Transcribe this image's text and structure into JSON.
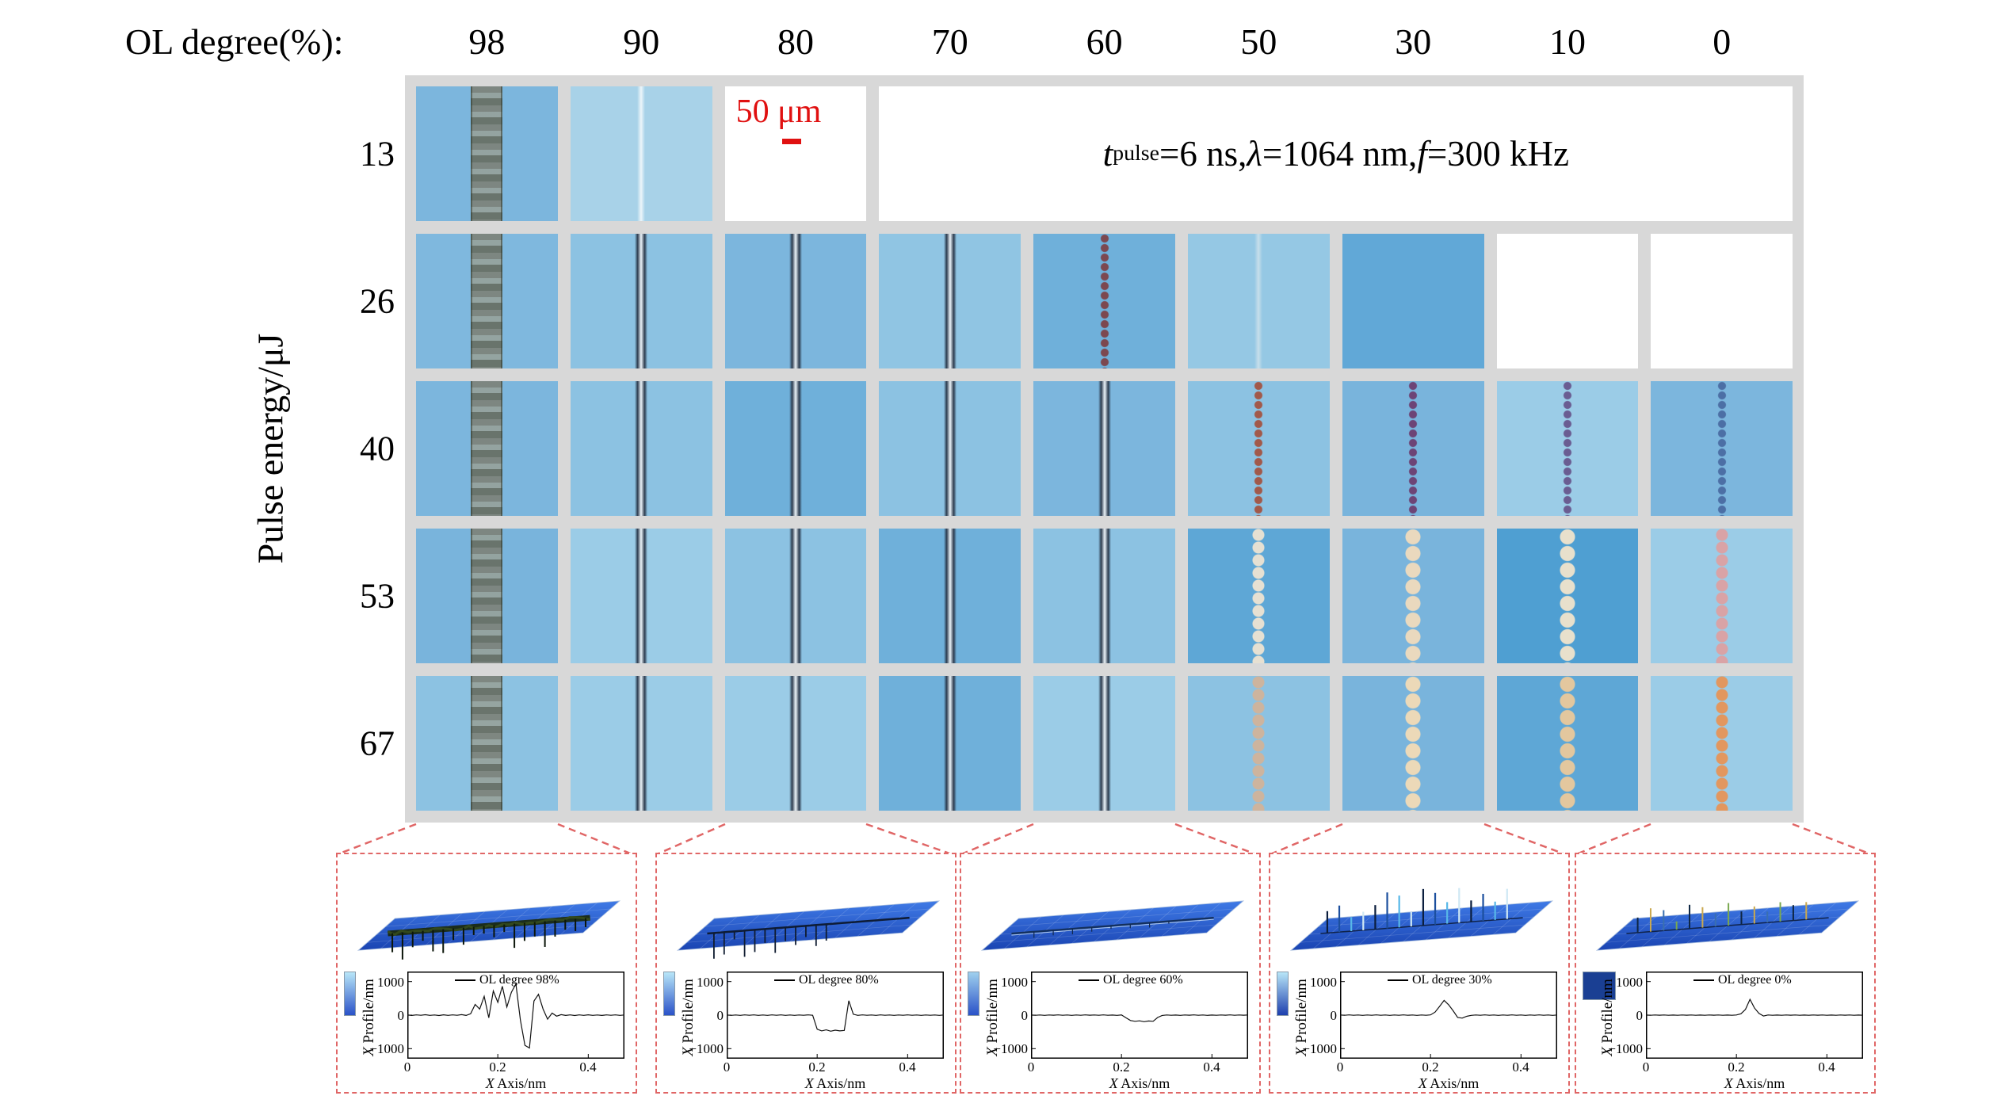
{
  "figure": {
    "header_label": "OL degree(%):",
    "columns": [
      "98",
      "90",
      "80",
      "70",
      "60",
      "50",
      "30",
      "10",
      "0"
    ],
    "rows": [
      "13",
      "26",
      "40",
      "53",
      "67"
    ],
    "row_axis_label": "Pulse energy/μJ",
    "scale_bar_label": "50 μm",
    "params": {
      "t": "t",
      "t_sub": "pulse",
      "seg1": "=6 ns, ",
      "lambda": "λ",
      "seg2": "=1064 nm, ",
      "f": "f",
      "seg3": "=300 kHz"
    },
    "colors": {
      "scale_bar_red": "#e01010",
      "connector_red": "#e06666",
      "grid_panel_bg": "#d8d8d8"
    }
  },
  "grid": {
    "cells": [
      [
        {
          "k": "img",
          "bg": "#7cb6dd",
          "line": "wide",
          "lc": "#8f968f"
        },
        {
          "k": "img",
          "bg": "#a8d2e8",
          "line": "faint",
          "lc": "rgba(255,255,255,0.8)"
        },
        {
          "k": "scalebar",
          "bg": "#ffffff"
        },
        {
          "k": "params",
          "bg": "#ffffff",
          "span": 6
        }
      ],
      [
        {
          "k": "img",
          "bg": "#7fb8de",
          "line": "wide",
          "lc": "#999f9a"
        },
        {
          "k": "img",
          "bg": "#8cc2e2",
          "line": "groove"
        },
        {
          "k": "img",
          "bg": "#7cb6dd",
          "line": "groove"
        },
        {
          "k": "img",
          "bg": "#90c5e3",
          "line": "groove"
        },
        {
          "k": "img",
          "bg": "#6fb0da",
          "line": "dots-small",
          "lc": "#7c4850"
        },
        {
          "k": "img",
          "bg": "#95c8e4",
          "line": "faint",
          "lc": "rgba(205,225,235,0.9)"
        },
        {
          "k": "img",
          "bg": "#61a8d7",
          "line": "none"
        },
        {
          "k": "empty",
          "bg": "#ffffff"
        },
        {
          "k": "empty",
          "bg": "#ffffff"
        }
      ],
      [
        {
          "k": "img",
          "bg": "#7cb6dd",
          "line": "wide",
          "lc": "#959b94"
        },
        {
          "k": "img",
          "bg": "#8cc2e2",
          "line": "groove"
        },
        {
          "k": "img",
          "bg": "#6fb0da",
          "line": "groove"
        },
        {
          "k": "img",
          "bg": "#8cc2e2",
          "line": "groove"
        },
        {
          "k": "img",
          "bg": "#7cb6dd",
          "line": "groove"
        },
        {
          "k": "img",
          "bg": "#8cc2e2",
          "line": "dots-small",
          "lc": "#a2594a"
        },
        {
          "k": "img",
          "bg": "#79b4dc",
          "line": "dots-small",
          "lc": "#6d4476"
        },
        {
          "k": "img",
          "bg": "#9bcce7",
          "line": "dots-small",
          "lc": "#6a5d92"
        },
        {
          "k": "img",
          "bg": "#7cb6dd",
          "line": "dots-small",
          "lc": "#4c6fa5"
        }
      ],
      [
        {
          "k": "img",
          "bg": "#79b4dc",
          "line": "wide",
          "lc": "#8f968f"
        },
        {
          "k": "img",
          "bg": "#9bcce7",
          "line": "groove"
        },
        {
          "k": "img",
          "bg": "#8cc2e2",
          "line": "groove"
        },
        {
          "k": "img",
          "bg": "#6fb0da",
          "line": "groove"
        },
        {
          "k": "img",
          "bg": "#8cc2e2",
          "line": "groove"
        },
        {
          "k": "img",
          "bg": "#5ea7d6",
          "line": "dots",
          "lc": "#e6e0d2"
        },
        {
          "k": "img",
          "bg": "#79b4dc",
          "line": "dots-big",
          "lc": "#ead9be"
        },
        {
          "k": "img",
          "bg": "#4f9fd2",
          "line": "dots-big",
          "lc": "#e8e0cc"
        },
        {
          "k": "img",
          "bg": "#9bcce7",
          "line": "dots",
          "lc": "#d9a3a6"
        }
      ],
      [
        {
          "k": "img",
          "bg": "#8cc2e2",
          "line": "wide",
          "lc": "#828c80"
        },
        {
          "k": "img",
          "bg": "#9bcce7",
          "line": "groove"
        },
        {
          "k": "img",
          "bg": "#9bcce7",
          "line": "groove"
        },
        {
          "k": "img",
          "bg": "#6fb0da",
          "line": "groove"
        },
        {
          "k": "img",
          "bg": "#9bcce7",
          "line": "groove"
        },
        {
          "k": "img",
          "bg": "#8cc2e2",
          "line": "dots",
          "lc": "#cdb49e"
        },
        {
          "k": "img",
          "bg": "#79b4dc",
          "line": "dots-big",
          "lc": "#ecd9b8"
        },
        {
          "k": "img",
          "bg": "#5ea7d6",
          "line": "dots-big",
          "lc": "#e3c79e"
        },
        {
          "k": "img",
          "bg": "#9bcce7",
          "line": "dots",
          "lc": "#e2975f"
        }
      ]
    ]
  },
  "insets": [
    {
      "surface": "wide-rough",
      "colorbar": {
        "from": "#b8e6f8",
        "to": "#2a52c8"
      }
    },
    {
      "surface": "trench",
      "colorbar": {
        "from": "#b8e6f8",
        "to": "#2a52c8"
      }
    },
    {
      "surface": "shallow",
      "colorbar": {
        "from": "#9fd0ee",
        "to": "#2a52c8"
      }
    },
    {
      "surface": "spikes-tall",
      "colorbar": {
        "from": "#b8e6f8",
        "to": "#1d3fae"
      }
    },
    {
      "surface": "spikes-medium",
      "colorbar": {
        "solid": "#1a3f93"
      }
    }
  ],
  "chart_data": [
    {
      "type": "line",
      "legend": "OL degree 98%",
      "xlabel": "X Axis/nm",
      "ylabel": "X Profile/nm",
      "xlim": [
        0,
        0.48
      ],
      "ylim": [
        -1000,
        1000
      ],
      "xticks": [
        0,
        0.2,
        0.4
      ],
      "yticks": [
        1000,
        0,
        -1000
      ],
      "x": [
        0,
        0.01,
        0.02,
        0.03,
        0.04,
        0.05,
        0.06,
        0.07,
        0.08,
        0.09,
        0.1,
        0.11,
        0.12,
        0.13,
        0.14,
        0.15,
        0.16,
        0.17,
        0.18,
        0.19,
        0.2,
        0.21,
        0.22,
        0.23,
        0.24,
        0.25,
        0.26,
        0.27,
        0.28,
        0.29,
        0.3,
        0.31,
        0.32,
        0.33,
        0.34,
        0.35,
        0.36,
        0.37,
        0.38,
        0.39,
        0.4,
        0.41,
        0.42,
        0.43,
        0.44,
        0.45,
        0.46,
        0.47,
        0.48
      ],
      "y": [
        5,
        -10,
        8,
        -5,
        12,
        -8,
        4,
        -12,
        10,
        -6,
        8,
        -4,
        15,
        -10,
        40,
        320,
        180,
        560,
        -80,
        720,
        380,
        860,
        240,
        680,
        930,
        -150,
        -900,
        -980,
        420,
        620,
        180,
        -120,
        60,
        -30,
        15,
        -10,
        8,
        -12,
        6,
        -8,
        10,
        -6,
        4,
        -10,
        8,
        -5,
        6,
        -8,
        5
      ]
    },
    {
      "type": "line",
      "legend": "OL degree 80%",
      "xlabel": "X Axis/nm",
      "ylabel": "X Profile/nm",
      "xlim": [
        0,
        0.48
      ],
      "ylim": [
        -1000,
        1000
      ],
      "xticks": [
        0,
        0.2,
        0.4
      ],
      "yticks": [
        1000,
        0,
        -1000
      ],
      "x": [
        0,
        0.01,
        0.02,
        0.03,
        0.04,
        0.05,
        0.06,
        0.07,
        0.08,
        0.09,
        0.1,
        0.11,
        0.12,
        0.13,
        0.14,
        0.15,
        0.16,
        0.17,
        0.18,
        0.19,
        0.2,
        0.21,
        0.22,
        0.23,
        0.24,
        0.25,
        0.26,
        0.27,
        0.28,
        0.29,
        0.3,
        0.31,
        0.32,
        0.33,
        0.34,
        0.35,
        0.36,
        0.37,
        0.38,
        0.39,
        0.4,
        0.41,
        0.42,
        0.43,
        0.44,
        0.45,
        0.46,
        0.47,
        0.48
      ],
      "y": [
        4,
        -6,
        5,
        -8,
        6,
        -4,
        8,
        -6,
        5,
        -7,
        6,
        -5,
        8,
        -6,
        4,
        -6,
        5,
        -4,
        6,
        -5,
        -420,
        -470,
        -440,
        -480,
        -450,
        -470,
        -455,
        430,
        25,
        -8,
        6,
        -5,
        4,
        -8,
        6,
        -4,
        5,
        -6,
        4,
        -5,
        6,
        -4,
        5,
        -6,
        4,
        -5,
        4,
        -6,
        5
      ]
    },
    {
      "type": "line",
      "legend": "OL degree 60%",
      "xlabel": "X Axis/nm",
      "ylabel": "X Profile/nm",
      "xlim": [
        0,
        0.48
      ],
      "ylim": [
        -1000,
        1000
      ],
      "xticks": [
        0,
        0.2,
        0.4
      ],
      "yticks": [
        1000,
        0,
        -1000
      ],
      "x": [
        0,
        0.01,
        0.02,
        0.03,
        0.04,
        0.05,
        0.06,
        0.07,
        0.08,
        0.09,
        0.1,
        0.11,
        0.12,
        0.13,
        0.14,
        0.15,
        0.16,
        0.17,
        0.18,
        0.19,
        0.2,
        0.21,
        0.22,
        0.23,
        0.24,
        0.25,
        0.26,
        0.27,
        0.28,
        0.29,
        0.3,
        0.31,
        0.32,
        0.33,
        0.34,
        0.35,
        0.36,
        0.37,
        0.38,
        0.39,
        0.4,
        0.41,
        0.42,
        0.43,
        0.44,
        0.45,
        0.46,
        0.47,
        0.48
      ],
      "y": [
        3,
        -5,
        4,
        -6,
        5,
        -3,
        6,
        -5,
        4,
        -6,
        5,
        -4,
        6,
        -3,
        5,
        -4,
        6,
        -5,
        3,
        -6,
        4,
        -80,
        -160,
        -185,
        -170,
        -195,
        -175,
        -185,
        -70,
        -10,
        5,
        -4,
        3,
        -6,
        5,
        -3,
        6,
        -4,
        5,
        -6,
        3,
        -5,
        4,
        -3,
        6,
        -4,
        5,
        -3,
        4
      ]
    },
    {
      "type": "line",
      "legend": "OL degree 30%",
      "xlabel": "X Axis/nm",
      "ylabel": "X Profile/nm",
      "xlim": [
        0,
        0.48
      ],
      "ylim": [
        -1000,
        1000
      ],
      "xticks": [
        0,
        0.2,
        0.4
      ],
      "yticks": [
        1000,
        0,
        -1000
      ],
      "x": [
        0,
        0.01,
        0.02,
        0.03,
        0.04,
        0.05,
        0.06,
        0.07,
        0.08,
        0.09,
        0.1,
        0.11,
        0.12,
        0.13,
        0.14,
        0.15,
        0.16,
        0.17,
        0.18,
        0.19,
        0.2,
        0.21,
        0.22,
        0.23,
        0.24,
        0.25,
        0.26,
        0.27,
        0.28,
        0.29,
        0.3,
        0.31,
        0.32,
        0.33,
        0.34,
        0.35,
        0.36,
        0.37,
        0.38,
        0.39,
        0.4,
        0.41,
        0.42,
        0.43,
        0.44,
        0.45,
        0.46,
        0.47,
        0.48
      ],
      "y": [
        4,
        -5,
        6,
        -4,
        5,
        -6,
        4,
        -5,
        6,
        -4,
        5,
        -6,
        4,
        -5,
        6,
        -4,
        5,
        -6,
        4,
        -5,
        6,
        90,
        260,
        440,
        310,
        130,
        -70,
        -90,
        -35,
        -8,
        5,
        -4,
        6,
        -5,
        4,
        -6,
        5,
        -4,
        6,
        -5,
        4,
        -6,
        5,
        -4,
        6,
        -5,
        4,
        -6,
        5
      ]
    },
    {
      "type": "line",
      "legend": "OL degree 0%",
      "xlabel": "X Axis/nm",
      "ylabel": "X Profile/nm",
      "xlim": [
        0,
        0.48
      ],
      "ylim": [
        -1000,
        1000
      ],
      "xticks": [
        0,
        0.2,
        0.4
      ],
      "yticks": [
        1000,
        0,
        -1000
      ],
      "x": [
        0,
        0.01,
        0.02,
        0.03,
        0.04,
        0.05,
        0.06,
        0.07,
        0.08,
        0.09,
        0.1,
        0.11,
        0.12,
        0.13,
        0.14,
        0.15,
        0.16,
        0.17,
        0.18,
        0.19,
        0.2,
        0.21,
        0.22,
        0.23,
        0.24,
        0.25,
        0.26,
        0.27,
        0.28,
        0.29,
        0.3,
        0.31,
        0.32,
        0.33,
        0.34,
        0.35,
        0.36,
        0.37,
        0.38,
        0.39,
        0.4,
        0.41,
        0.42,
        0.43,
        0.44,
        0.45,
        0.46,
        0.47,
        0.48
      ],
      "y": [
        3,
        -4,
        5,
        -3,
        4,
        -5,
        3,
        -4,
        5,
        -3,
        4,
        -5,
        3,
        -4,
        5,
        -3,
        4,
        -5,
        3,
        -4,
        5,
        40,
        170,
        470,
        210,
        50,
        -25,
        5,
        -4,
        3,
        -5,
        4,
        -3,
        5,
        -4,
        3,
        -5,
        4,
        -3,
        5,
        -4,
        3,
        -5,
        4,
        -3,
        5,
        -4,
        3,
        -4
      ]
    }
  ]
}
